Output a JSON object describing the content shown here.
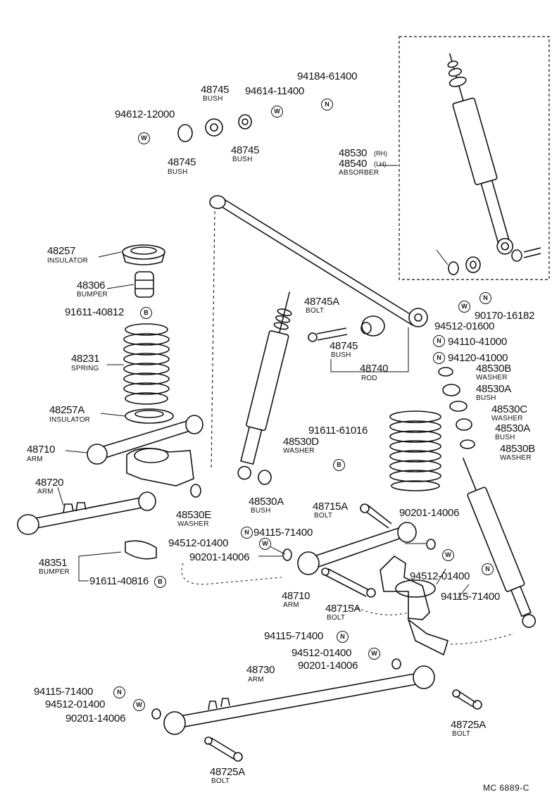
{
  "labels": {
    "p94612": "94612-12000",
    "p48745a": "48745",
    "bush_a": "BUSH",
    "p94614": "94614-11400",
    "p94184": "94184-61400",
    "p48745b": "48745",
    "bush_b": "BUSH",
    "p48745c": "48745",
    "bush_c": "BUSH",
    "p48530": "48530",
    "rh": "(RH)",
    "p48540": "48540",
    "lh": "(LH)",
    "absorber": "ABSORBER",
    "p48257": "48257",
    "insulator": "INSULATOR",
    "p48306": "48306",
    "bumper": "BUMPER",
    "p91611_40812": "91611-40812",
    "p48231": "48231",
    "spring": "SPRING",
    "p48257a": "48257A",
    "insulator_a": "INSULATOR",
    "p48745a_bolt": "48745A",
    "bolt_1": "BOLT",
    "p48745d": "48745",
    "bush_d": "BUSH",
    "p48740": "48740",
    "rod": "ROD",
    "p90170": "90170-16182",
    "p94512_01600": "94512-01600",
    "p94110": "94110-41000",
    "p94120": "94120-41000",
    "p48530b_1": "48530B",
    "washer_1": "WASHER",
    "p48530a_1": "48530A",
    "bush_e": "BUSH",
    "p48530c": "48530C",
    "washer_2": "WASHER",
    "p48530a_2": "48530A",
    "bush_f": "BUSH",
    "p48530b_2": "48530B",
    "washer_3": "WASHER",
    "p48710_1": "48710",
    "arm_1": "ARM",
    "p48720": "48720",
    "arm_2": "ARM",
    "p48530e": "48530E",
    "washer_4": "WASHER",
    "p48530d": "48530D",
    "washer_5": "WASHER",
    "p91611_61016": "91611-61016",
    "p48530a_3": "48530A",
    "bush_g": "BUSH",
    "p48715a_1": "48715A",
    "bolt_2": "BOLT",
    "p90201_a": "90201-14006",
    "p94115_a": "94115-71400",
    "p94512_a": "94512-01400",
    "p90201_b": "90201-14006",
    "p48351": "48351",
    "bumper_2": "BUMPER",
    "p91611_40816": "91611-40816",
    "p94512_b": "94512-01400",
    "p94115_b": "94115-71400",
    "p48710_2": "48710",
    "arm_3": "ARM",
    "p48715a_2": "48715A",
    "bolt_3": "BOLT",
    "p94115_c": "94115-71400",
    "p94512_c": "94512-01400",
    "p90201_c": "90201-14006",
    "p48730": "48730",
    "arm_4": "ARM",
    "p94115_d": "94115-71400",
    "p94512_d": "94512-01400",
    "p90201_d": "90201-14006",
    "p48725a_1": "48725A",
    "bolt_4": "BOLT",
    "p48725a_2": "48725A",
    "bolt_5": "BOLT",
    "code": "MC  6889-C"
  },
  "symbols": {
    "w": "W",
    "n": "N",
    "b": "B"
  }
}
